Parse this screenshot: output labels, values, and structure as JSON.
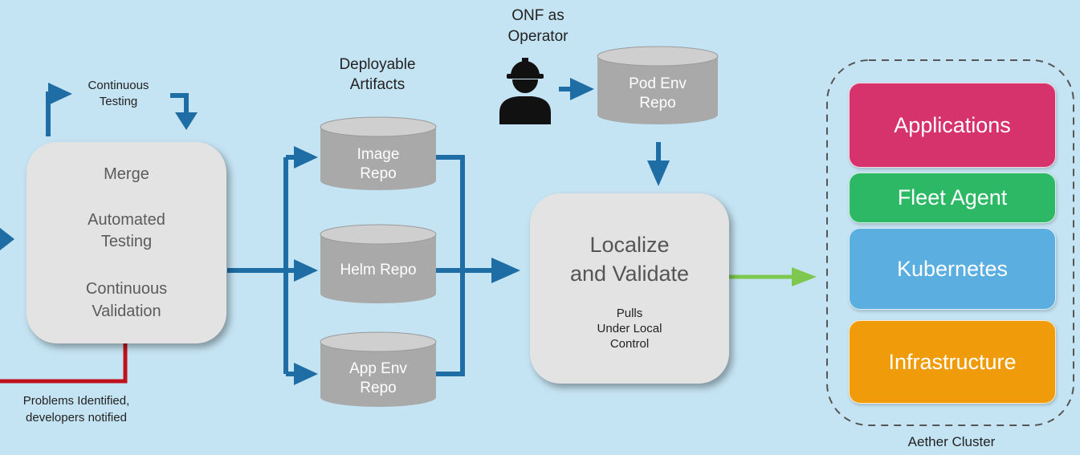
{
  "merge_box": {
    "merge": "Merge",
    "automated_testing": "Automated\nTesting",
    "continuous_validation": "Continuous\nValidation"
  },
  "continuous_testing_label": "Continuous\nTesting",
  "problems_label": "Problems Identified,\ndevelopers notified",
  "deployable_artifacts_label": "Deployable\nArtifacts",
  "repos": {
    "image": "Image\nRepo",
    "helm": "Helm Repo",
    "app_env": "App Env\nRepo",
    "pod_env": "Pod Env\nRepo"
  },
  "operator_label": "ONF as\nOperator",
  "localize_box": {
    "title": "Localize\nand Validate",
    "subtitle": "Pulls\nUnder Local\nControl"
  },
  "cluster": {
    "label": "Aether Cluster",
    "layers": {
      "applications": "Applications",
      "fleet_agent": "Fleet Agent",
      "kubernetes": "Kubernetes",
      "infrastructure": "Infrastructure"
    }
  },
  "colors": {
    "background": "#c5e4f3",
    "flow_arrow": "#1e6da4",
    "feedback_line": "#c0121c",
    "deploy_arrow": "#7ec850",
    "applications": "#d6336c",
    "fleet_agent": "#2db866",
    "kubernetes": "#5aaee0",
    "infrastructure": "#f09c0a"
  }
}
